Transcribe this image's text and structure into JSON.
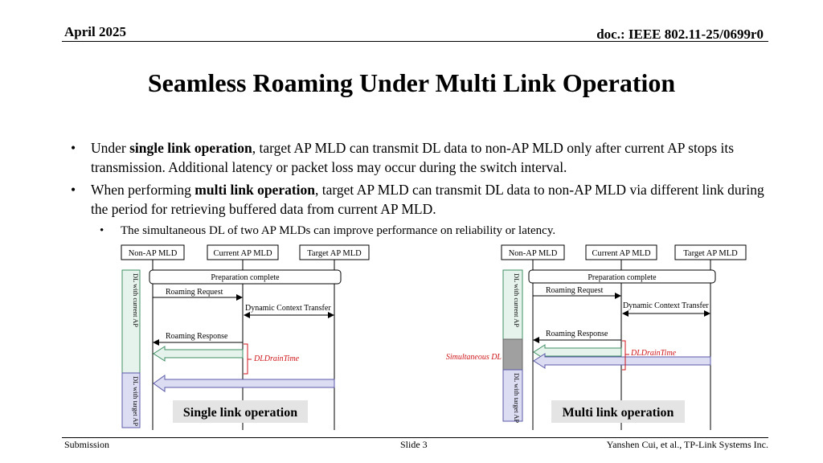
{
  "header": {
    "date": "April 2025",
    "doc": "doc.: IEEE 802.11-25/0699r0"
  },
  "title": "Seamless Roaming Under Multi Link Operation",
  "bullets": [
    {
      "pre": "Under ",
      "bold": "single link operation",
      "post": ", target AP MLD can transmit DL data to non-AP MLD only after current AP stops its transmission. Additional latency or packet loss may occur during the switch interval."
    },
    {
      "pre": "When performing ",
      "bold": "multi link operation",
      "post": ", target AP MLD can transmit DL data to non-AP MLD via different link during the period for retrieving buffered data from current AP MLD."
    }
  ],
  "sub_bullet": "The simultaneous DL of two AP MLDs can improve performance on reliability or latency.",
  "diagram_left": {
    "entity_non_ap": "Non-AP MLD",
    "entity_current": "Current AP MLD",
    "entity_target": "Target AP MLD",
    "prep": "Preparation complete",
    "roam_req": "Roaming Request",
    "dct": "Dynamic Context Transfer",
    "roam_resp": "Roaming Response",
    "drain": "DLDrainTime",
    "dl_current": "DL with current AP",
    "dl_target": "DL with target AP",
    "caption": "Single link operation"
  },
  "diagram_right": {
    "entity_non_ap": "Non-AP MLD",
    "entity_current": "Current AP MLD",
    "entity_target": "Target AP MLD",
    "prep": "Preparation complete",
    "roam_req": "Roaming Request",
    "dct": "Dynamic Context Transfer",
    "roam_resp": "Roaming Response",
    "drain": "DLDrainTime",
    "simul": "Simultaneous DL",
    "dl_current": "DL with current AP",
    "dl_target": "DL with target AP",
    "caption": "Multi link operation"
  },
  "colors": {
    "green_fill": "#e6f3ec",
    "green_stroke": "#3f8f63",
    "lav_fill": "#dcdcf3",
    "lav_stroke": "#5a5aa8",
    "drain_red": "#d0161b",
    "caption_bg": "#e4e4e4",
    "gray_block": "#a0a0a0"
  },
  "footer": {
    "left": "Submission",
    "center": "Slide 3",
    "right": "Yanshen Cui, et al., TP-Link Systems Inc."
  }
}
